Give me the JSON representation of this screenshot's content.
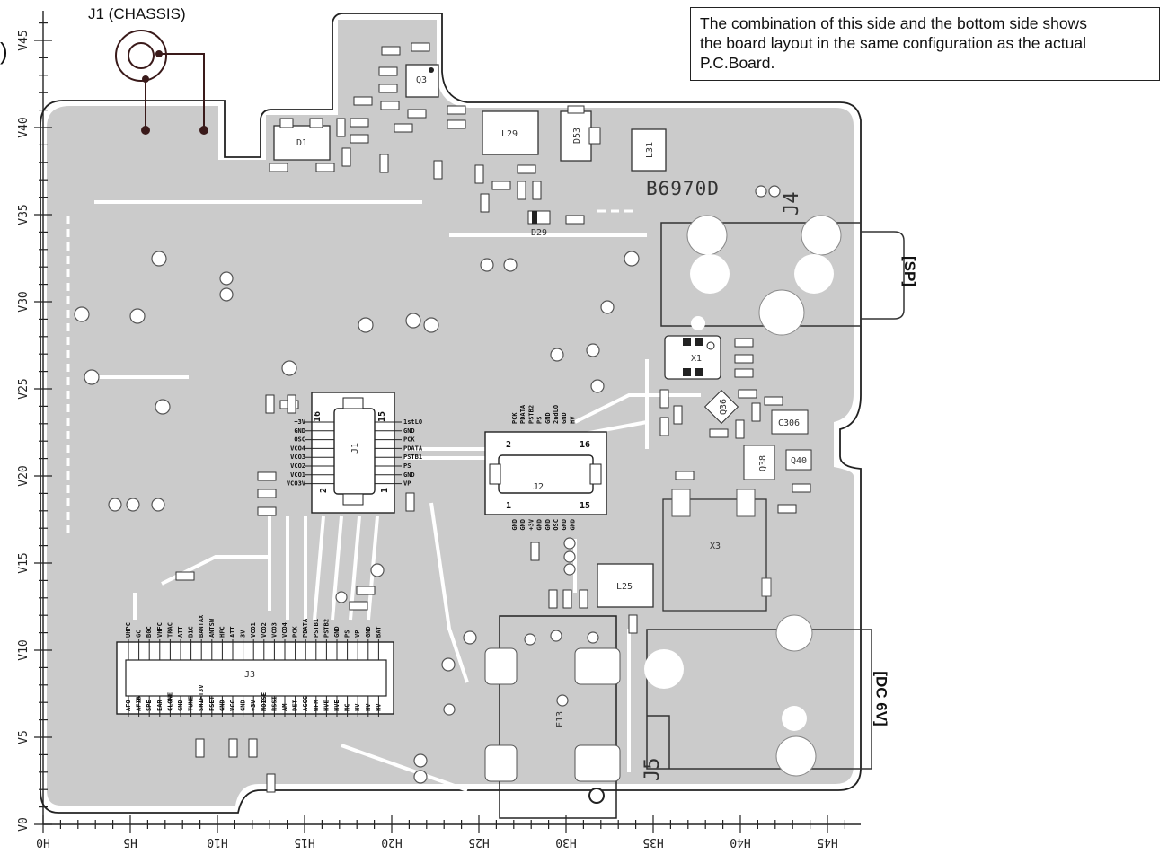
{
  "header": {
    "title": "J1 (CHASSIS)",
    "edge_glyph": ")"
  },
  "note": {
    "line1": "The combination of this side and the bottom side shows",
    "line2": "the board layout in the same configuration as the actual",
    "line3": "P.C.Board."
  },
  "board": {
    "code": "B6970D",
    "side_labels": {
      "sp": "[SP]",
      "dc": "[DC 6V]"
    },
    "x_axis_ticks": [
      "H0",
      "H5",
      "H10",
      "H15",
      "H20",
      "H25",
      "H30",
      "H35",
      "H40",
      "H45"
    ],
    "y_axis_ticks": [
      "V0",
      "V5",
      "V10",
      "V15",
      "V20",
      "V25",
      "V30",
      "V35",
      "V40",
      "V45"
    ],
    "components": {
      "j4": "J4",
      "j5": "J5",
      "j1": "J1",
      "j2": "J2",
      "j3": "J3",
      "x1": "X1",
      "x3": "X3",
      "l25": "L25",
      "l29": "L29",
      "l31": "L31",
      "d1": "D1",
      "d29": "D29",
      "d53": "D53",
      "q3": "Q3",
      "q38": "Q38",
      "q36": "Q36",
      "q40": "Q40",
      "c306": "C306",
      "f13": "F13"
    },
    "j1_pins": {
      "left": [
        "+3V",
        "GND",
        "OSC",
        "VCO4",
        "VCO3",
        "VCO2",
        "VCO1",
        "VCO3V"
      ],
      "right": [
        "1stLO",
        "GND",
        "PCK",
        "PDATA",
        "PSTB1",
        "PS",
        "GND",
        "VP"
      ],
      "numbers": [
        "16",
        "15",
        "2",
        "1"
      ]
    },
    "j2_pins": {
      "top": [
        "PCK",
        "PDATA",
        "PSTB2",
        "PS",
        "GND",
        "2ndLO",
        "GND",
        "HV"
      ],
      "bottom": [
        "GND",
        "GND",
        "+3V",
        "GND",
        "GND",
        "OSC",
        "GND",
        "GND"
      ],
      "numbers": [
        "2",
        "16",
        "1",
        "15"
      ]
    },
    "j3_pins": {
      "top": [
        "UHPC",
        "GC",
        "B0C",
        "VHFC",
        "TRAC",
        "ATT",
        "B1C",
        "BANTAX",
        "ANTSW",
        "HFC",
        "ATT",
        "3V",
        "VCO1",
        "VCO2",
        "VCO3",
        "VCO4",
        "PCK",
        "PDATA",
        "PSTB1",
        "PSTB2",
        "GND",
        "PS",
        "VP",
        "GND",
        "BAT"
      ],
      "bottom": [
        "AFO",
        "AFIB",
        "SPE",
        "EAR",
        "CLONE",
        "GND",
        "TUNE",
        "SHIFT3V",
        "FSET",
        "GND",
        "VCC",
        "GND",
        "+3V",
        "NOISE",
        "RSSI",
        "AM",
        "DET",
        "AGCC",
        "WFM",
        "HVE",
        "HVE",
        "NC",
        "HV",
        "HV",
        "HV"
      ]
    }
  }
}
